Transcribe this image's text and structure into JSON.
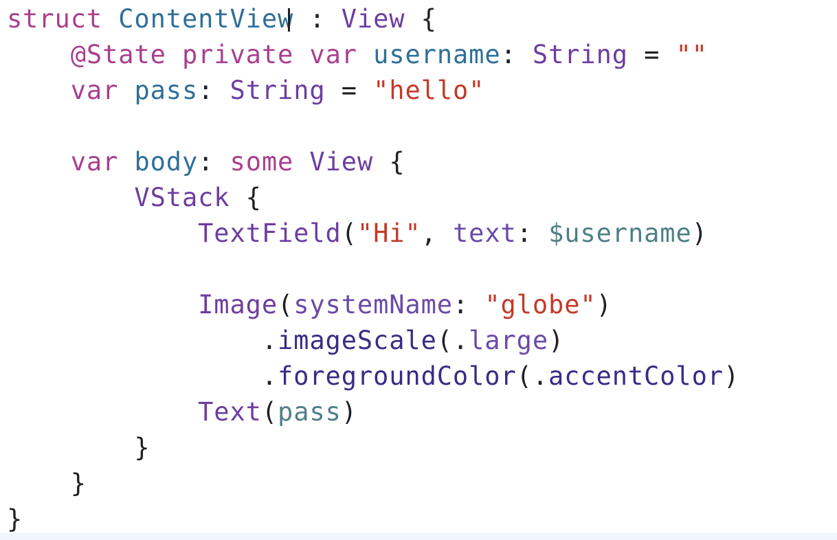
{
  "editor": {
    "lines": [
      {
        "t": [
          {
            "k": "kw",
            "v": "struct"
          },
          {
            "k": "p",
            "v": " "
          },
          {
            "k": "decl",
            "v": "ContentView"
          },
          {
            "k": "cursor",
            "v": ""
          },
          {
            "k": "p",
            "v": " : "
          },
          {
            "k": "type",
            "v": "View"
          },
          {
            "k": "p",
            "v": " {"
          }
        ]
      },
      {
        "t": [
          {
            "k": "p",
            "v": "    "
          },
          {
            "k": "kw",
            "v": "@State"
          },
          {
            "k": "p",
            "v": " "
          },
          {
            "k": "kw",
            "v": "private"
          },
          {
            "k": "p",
            "v": " "
          },
          {
            "k": "kw",
            "v": "var"
          },
          {
            "k": "p",
            "v": " "
          },
          {
            "k": "decl",
            "v": "username"
          },
          {
            "k": "p",
            "v": ": "
          },
          {
            "k": "type",
            "v": "String"
          },
          {
            "k": "p",
            "v": " = "
          },
          {
            "k": "str",
            "v": "\"\""
          }
        ]
      },
      {
        "t": [
          {
            "k": "p",
            "v": "    "
          },
          {
            "k": "kw",
            "v": "var"
          },
          {
            "k": "p",
            "v": " "
          },
          {
            "k": "decl",
            "v": "pass"
          },
          {
            "k": "p",
            "v": ": "
          },
          {
            "k": "type",
            "v": "String"
          },
          {
            "k": "p",
            "v": " = "
          },
          {
            "k": "str",
            "v": "\"hello\""
          }
        ]
      },
      {
        "t": []
      },
      {
        "t": [
          {
            "k": "p",
            "v": "    "
          },
          {
            "k": "kw",
            "v": "var"
          },
          {
            "k": "p",
            "v": " "
          },
          {
            "k": "decl",
            "v": "body"
          },
          {
            "k": "p",
            "v": ": "
          },
          {
            "k": "kw",
            "v": "some"
          },
          {
            "k": "p",
            "v": " "
          },
          {
            "k": "type",
            "v": "View"
          },
          {
            "k": "p",
            "v": " {"
          }
        ]
      },
      {
        "t": [
          {
            "k": "p",
            "v": "        "
          },
          {
            "k": "type",
            "v": "VStack"
          },
          {
            "k": "p",
            "v": " {"
          }
        ]
      },
      {
        "t": [
          {
            "k": "p",
            "v": "            "
          },
          {
            "k": "type",
            "v": "TextField"
          },
          {
            "k": "p",
            "v": "("
          },
          {
            "k": "str",
            "v": "\"Hi\""
          },
          {
            "k": "p",
            "v": ", "
          },
          {
            "k": "arg",
            "v": "text"
          },
          {
            "k": "p",
            "v": ": "
          },
          {
            "k": "var",
            "v": "$username"
          },
          {
            "k": "p",
            "v": ")"
          }
        ]
      },
      {
        "t": []
      },
      {
        "t": [
          {
            "k": "p",
            "v": "            "
          },
          {
            "k": "type",
            "v": "Image"
          },
          {
            "k": "p",
            "v": "("
          },
          {
            "k": "arg",
            "v": "systemName"
          },
          {
            "k": "p",
            "v": ": "
          },
          {
            "k": "str",
            "v": "\"globe\""
          },
          {
            "k": "p",
            "v": ")"
          }
        ]
      },
      {
        "t": [
          {
            "k": "p",
            "v": "                ."
          },
          {
            "k": "fn",
            "v": "imageScale"
          },
          {
            "k": "p",
            "v": "(."
          },
          {
            "k": "arg",
            "v": "large"
          },
          {
            "k": "p",
            "v": ")"
          }
        ]
      },
      {
        "t": [
          {
            "k": "p",
            "v": "                ."
          },
          {
            "k": "fn",
            "v": "foregroundColor"
          },
          {
            "k": "p",
            "v": "(."
          },
          {
            "k": "fn",
            "v": "accentColor"
          },
          {
            "k": "p",
            "v": ")"
          }
        ]
      },
      {
        "t": [
          {
            "k": "p",
            "v": "            "
          },
          {
            "k": "type",
            "v": "Text"
          },
          {
            "k": "p",
            "v": "("
          },
          {
            "k": "var",
            "v": "pass"
          },
          {
            "k": "p",
            "v": ")"
          }
        ]
      },
      {
        "t": [
          {
            "k": "p",
            "v": "        }"
          }
        ]
      },
      {
        "t": [
          {
            "k": "p",
            "v": "    }"
          }
        ]
      },
      {
        "t": [
          {
            "k": "p",
            "v": "}"
          }
        ]
      }
    ]
  }
}
